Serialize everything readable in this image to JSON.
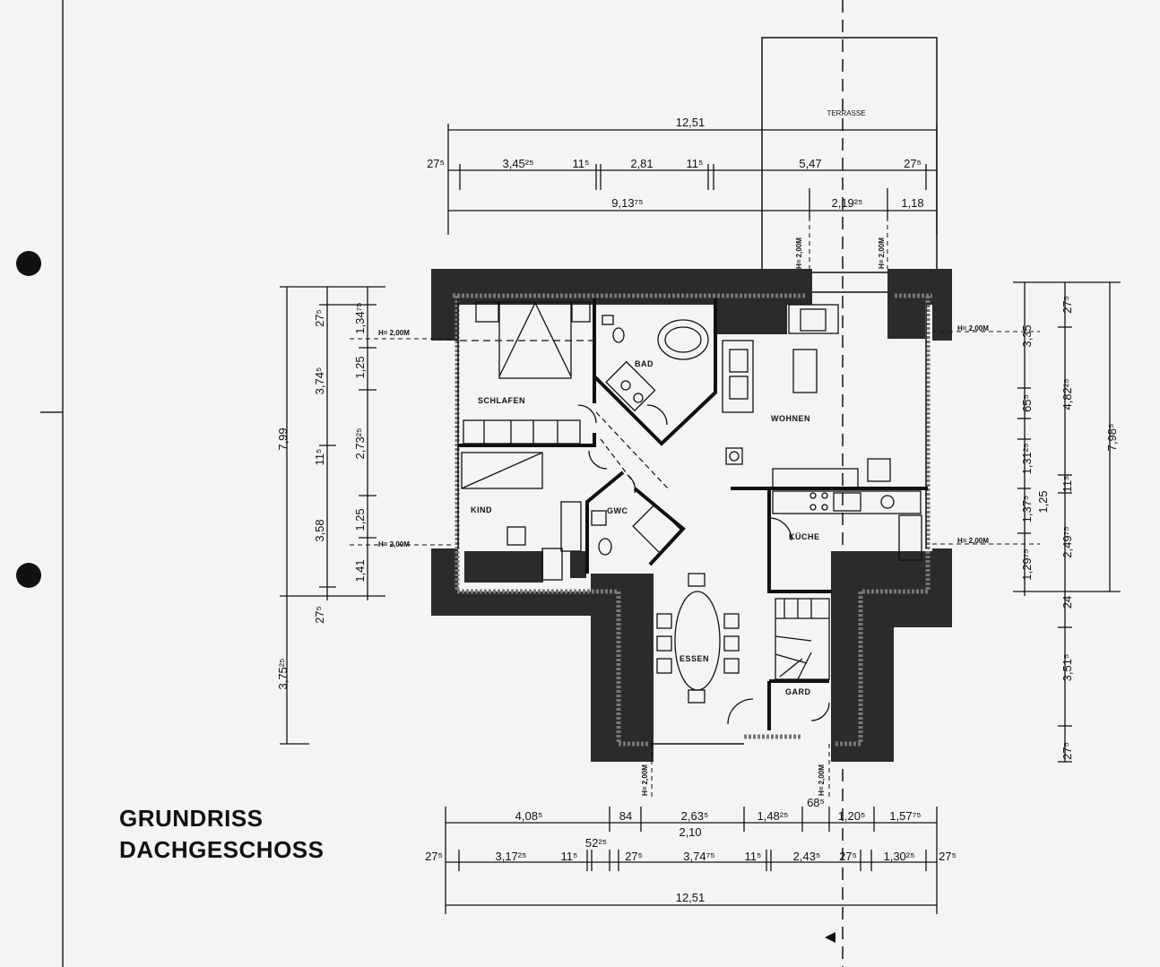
{
  "title": {
    "line1": "GRUNDRISS",
    "line2": "DACHGESCHOSS"
  },
  "rooms": {
    "terrasse": "TERRASSE",
    "schlafen": "SCHLAFEN",
    "bad": "BAD",
    "wohnen": "WOHNEN",
    "kind": "KIND",
    "gwc": "GWC",
    "kueche": "KÜCHE",
    "essen": "ESSEN",
    "gard": "GARD"
  },
  "height_labels": {
    "h200": "H= 2,00M",
    "h200v": "H= 2,00M"
  },
  "dimensions": {
    "top_overall": "12,51",
    "top_row1": [
      "27⁵",
      "3,45²⁵",
      "11⁵",
      "2,81",
      "11⁵",
      "5,47",
      "27⁵"
    ],
    "top_row2": [
      "9,13⁷⁵",
      "2,19²⁵",
      "1,18"
    ],
    "left_outer": "7,99",
    "left_mid": [
      "27⁵",
      "3,74⁵",
      "11⁵",
      "3,58",
      "27⁵",
      "3,75²⁵"
    ],
    "left_inner": [
      "1,34⁷⁵",
      "1,25",
      "2,73²⁵",
      "1,25",
      "1,41"
    ],
    "right_inner": [
      "3,35",
      "65⁵",
      "1,31²⁵",
      "1,37⁵",
      "1,29⁷⁵"
    ],
    "right_mid": [
      "27⁵",
      "4,82²⁵",
      "11⁵",
      "1,25",
      "2,49⁷⁵",
      "24",
      "3,51⁵",
      "27⁵"
    ],
    "right_outer": "7,98⁵",
    "bottom_row1": [
      "4,08⁵",
      "84",
      "2,63⁵",
      "1,48²⁵",
      "68⁵",
      "1,20⁵",
      "1,57⁷⁵"
    ],
    "bottom_sub": "2,10",
    "bottom_row2": [
      "27⁵",
      "3,17²⁵",
      "11⁵",
      "52²⁵",
      "27⁵",
      "3,74⁷⁵",
      "11⁵",
      "2,43⁵",
      "27⁵",
      "1,30²⁵",
      "27⁵"
    ],
    "bottom_overall": "12,51"
  }
}
